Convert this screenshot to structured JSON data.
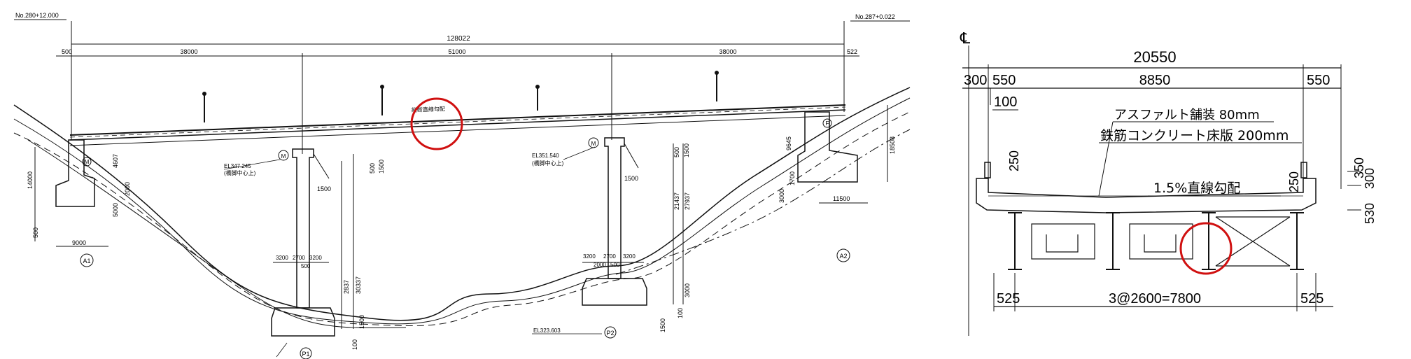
{
  "elevation": {
    "station_left": "No.280+12.000",
    "station_right": "No.287+0.022",
    "total_length": "128022",
    "end_left": "500",
    "end_right": "522",
    "span_1": "38000",
    "span_2": "51000",
    "span_3": "38000",
    "grade_note": "縦断直線勾配",
    "pier1_elev": "EL347.245",
    "pier2_elev": "EL351.540",
    "pier_note": "(橋脚中心上)",
    "pier1_heights": [
      "2837",
      "30337",
      "500",
      "1500"
    ],
    "pier2_heights": [
      "21437",
      "27937",
      "500",
      "1500"
    ],
    "pier1_widths": [
      "3200",
      "2700",
      "3200",
      "500"
    ],
    "pier2_widths": [
      "3200",
      "2700",
      "3200",
      "2000",
      "500"
    ],
    "abut_left": [
      "14000",
      "4607",
      "2000",
      "5000",
      "500",
      "9000"
    ],
    "abut_right": [
      "9645",
      "3000",
      "1700",
      "11500",
      "18508"
    ],
    "foot_dims": [
      "1500",
      "100",
      "3000",
      "100",
      "1500"
    ],
    "ground_elev": "EL323.603",
    "bearing_m": "M",
    "bearing_f": "F",
    "label_a1": "A1",
    "label_a2": "A2",
    "label_p1": "P1",
    "label_p2": "P2"
  },
  "section": {
    "centerline": "℄",
    "total_width": "20550",
    "w1": "300",
    "w2": "550",
    "w3": "8850",
    "w4": "550",
    "w5": "100",
    "asphalt": "アスファルト舗装 80mm",
    "slab": "鉄筋コンクリート床版 200mm",
    "slope": "1.5%直線勾配",
    "d1": "250",
    "d2": "250",
    "d3": "350",
    "d4": "300",
    "d5": "530",
    "girder_end_left": "525",
    "girder_spacing": "3@2600=7800",
    "girder_end_right": "525"
  },
  "colors": {
    "line": "#111111",
    "highlight": "#d01010"
  }
}
